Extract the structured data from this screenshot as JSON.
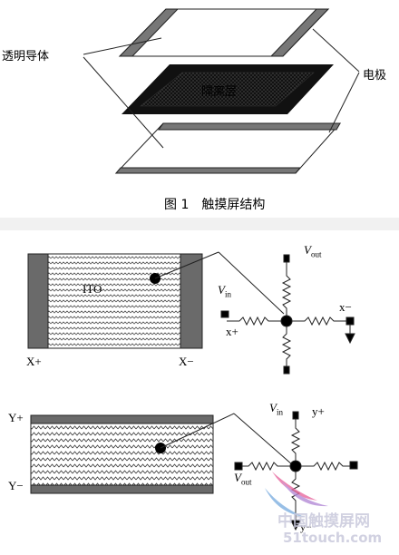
{
  "figure1": {
    "label_transparent_conductor": "透明导体",
    "label_spacer": "隔离层",
    "label_electrode": "电极",
    "caption": "图 1　触摸屏结构"
  },
  "figure2_top": {
    "ito": "ITO",
    "x_plus_left": "X+",
    "x_minus_right": "X−",
    "v_out": "V",
    "v_out_sub": "out",
    "v_in": "V",
    "v_in_sub": "in",
    "x_minus": "x−",
    "x_plus": "x+"
  },
  "figure2_bottom": {
    "y_plus_left": "Y+",
    "y_minus_left": "Y−",
    "v_in": "V",
    "v_in_sub": "in",
    "y_plus": "y+",
    "v_out": "V",
    "v_out_sub": "out",
    "y_minus": "y−"
  },
  "watermark": {
    "brand": "中国触摸屏网",
    "url": "51touch.com"
  }
}
